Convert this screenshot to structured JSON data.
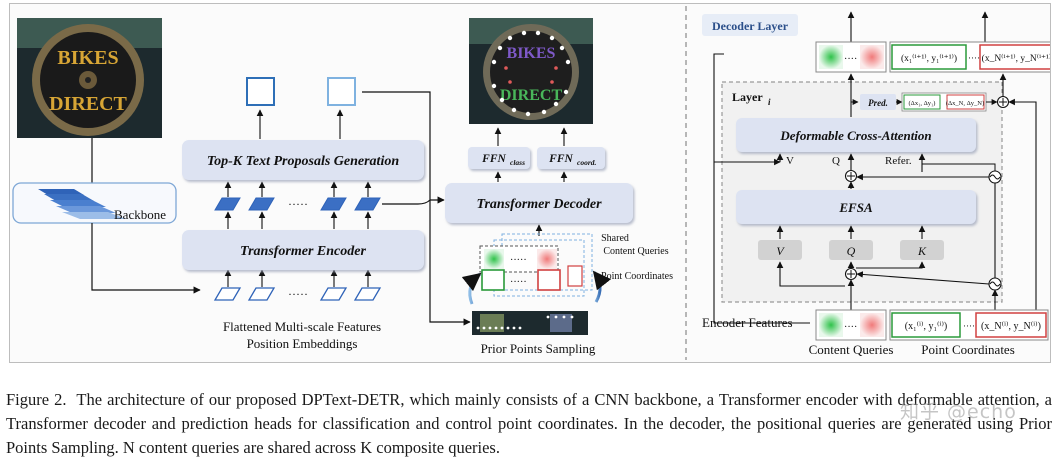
{
  "figure": {
    "left": {
      "backbone": "Backbone",
      "encoder": "Transformer Encoder",
      "topk": "Top-K Text Proposals Generation",
      "decoder": "Transformer Decoder",
      "ffn_class": "FFN",
      "ffn_class_sub": "class",
      "ffn_coord": "FFN",
      "ffn_coord_sub": "coord.",
      "flattened": "Flattened Multi-scale Features",
      "posemb": "Position Embeddings",
      "shared1": "Shared",
      "shared2": "Content Queries",
      "point_coords": "Point Coordinates",
      "prior": "Prior Points Sampling",
      "dots": "·····",
      "sign_top": "BIKES",
      "sign_bottom": "DIRECT"
    },
    "right": {
      "title": "Decoder Layer",
      "layer": "Layer",
      "layer_sub": "i",
      "pred": "Pred.",
      "dca": "Deformable Cross-Attention",
      "efsa": "EFSA",
      "v_in": "V",
      "q_in": "Q",
      "k_in": "K",
      "v_out": "V",
      "q_out": "Q",
      "refer": "Refer.",
      "encoder_features": "Encoder Features",
      "content_queries": "Content Queries",
      "point_coordinates": "Point Coordinates",
      "dots": "····",
      "top_first": "(x₁⁽ⁱ⁺¹⁾, y₁⁽ⁱ⁺¹⁾)",
      "top_last": "(x_N⁽ⁱ⁺¹⁾, y_N⁽ⁱ⁺¹⁾)",
      "bot_first": "(x₁⁽ⁱ⁾, y₁⁽ⁱ⁾)",
      "bot_last": "(x_N⁽ⁱ⁾, y_N⁽ⁱ⁾)",
      "delta_first": "(Δx₁, Δy₁)",
      "delta_last": "(Δx_N, Δy_N)"
    }
  },
  "caption": {
    "label": "Figure 2.",
    "text": "The architecture of our proposed DPText-DETR, which mainly consists of a CNN backbone, a Transformer encoder with deformable attention, a Transformer decoder and prediction heads for classification and control point coordinates. In the decoder, the positional queries are generated using Prior Points Sampling. N content queries are shared across K composite queries."
  },
  "watermark": "知乎 @echo",
  "colors": {
    "module_fill": "#dde3f2",
    "blue_box": "#2e6fb7",
    "light_blue_box": "#7fb2e0",
    "green": "#2a9a3a",
    "red": "#d04040"
  }
}
